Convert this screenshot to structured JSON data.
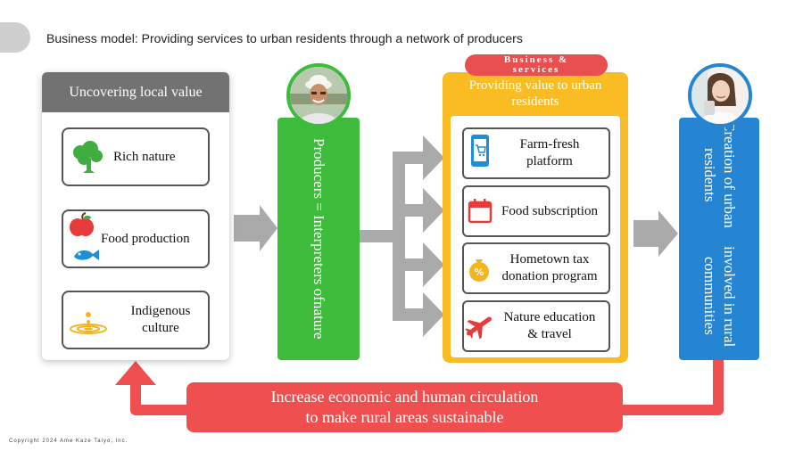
{
  "page": {
    "title": "Business model: Providing services to urban residents through a network of producers",
    "copyright": "Copyright 2024 Ame Kaze Taiyo, Inc."
  },
  "local_value": {
    "header": "Uncovering local value",
    "items": [
      {
        "label": "Rich nature",
        "icon": "tree-icon"
      },
      {
        "label": "Food production",
        "icon": "apple-fish-icon"
      },
      {
        "label_line1": "Indigenous",
        "label_line2": "culture",
        "icon": "ripple-icon"
      }
    ]
  },
  "producers": {
    "line1": "Producers = Interpreters of",
    "line2": "nature",
    "avatar": "producer-photo"
  },
  "services": {
    "badge_line1": "Business &",
    "badge_line2": "services",
    "title_line1": "Providing value to urban",
    "title_line2": "residents",
    "items": [
      {
        "line1": "Farm-fresh",
        "line2": "platform",
        "icon": "smartphone-cart-icon"
      },
      {
        "line1": "Food subscription",
        "icon": "calendar-icon"
      },
      {
        "line1": "Hometown tax",
        "line2": "donation program",
        "icon": "money-bag-icon"
      },
      {
        "line1": "Nature education",
        "line2": "& travel",
        "icon": "airplane-icon"
      }
    ]
  },
  "urban": {
    "line1": "Creation of urban residents",
    "line2": "involved in rural communities",
    "avatar": "resident-photo"
  },
  "circulation": {
    "line1": "Increase economic and human circulation",
    "line2": "to make rural areas sustainable"
  },
  "colors": {
    "panel_header": "#727272",
    "producers": "#3dbb3b",
    "services": "#f9bd23",
    "badge": "#e94f4f",
    "urban": "#2585d2",
    "loop": "#ef4f4f",
    "arrow": "#aaaaaa"
  }
}
